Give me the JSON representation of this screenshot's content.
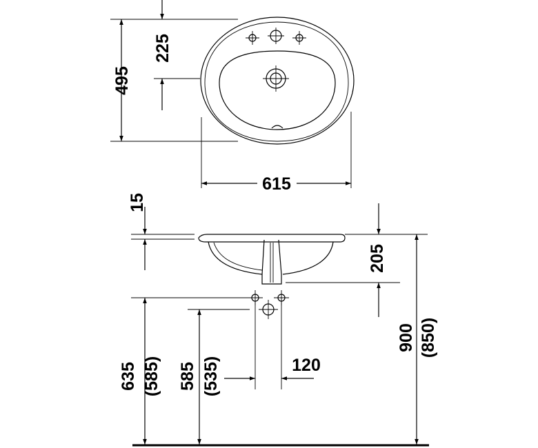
{
  "dimensions": {
    "depth_total": "495",
    "tap_to_drain": "225",
    "width": "615",
    "rim_thickness": "15",
    "bowl_depth": "205",
    "rim_height": "900",
    "rim_height_alt": "(850)",
    "supply_height": "635",
    "supply_height_alt": "(585)",
    "waste_height": "585",
    "waste_height_alt": "(535)",
    "supply_spacing": "120"
  },
  "views": [
    "top-view",
    "side-view"
  ]
}
